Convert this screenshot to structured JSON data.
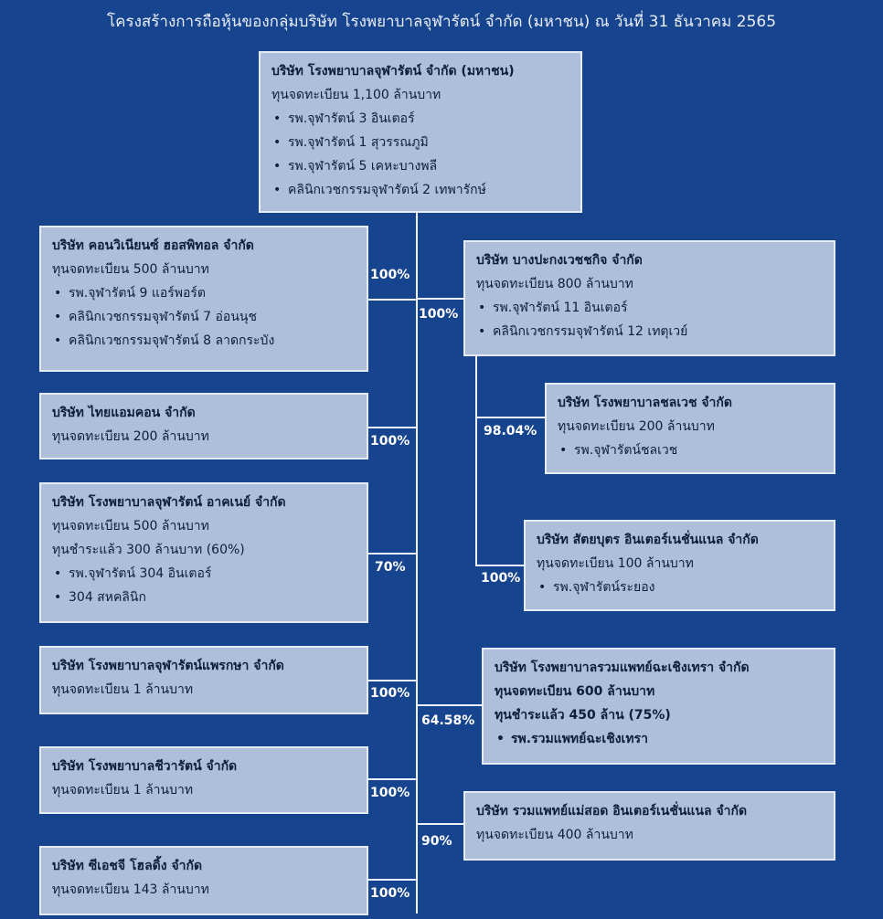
{
  "title": "โครงสร้างการถือหุ้นของกลุ่มบริษัท โรงพยาบาลจุฬารัตน์ จำกัด (มหาชน) ณ วันที่ 31 ธันวาคม 2565",
  "parent": {
    "name": "บริษัท โรงพยาบาลจุฬารัตน์ จำกัด (มหาชน)",
    "capital": "ทุนจดทะเบียน 1,100 ล้านบาท",
    "items": [
      "รพ.จุฬารัตน์ 3 อินเตอร์",
      "รพ.จุฬารัตน์ 1 สุวรรณภูมิ",
      "รพ.จุฬารัตน์ 5 เคหะบางพลี",
      "คลินิกเวชกรรมจุฬารัตน์ 2 เทพารักษ์"
    ]
  },
  "left": [
    {
      "name": "บริษัท คอนวิเนียนซ์ ฮอสพิทอล จำกัด",
      "capital": "ทุนจดทะเบียน 500 ล้านบาท",
      "paid": "",
      "items": [
        "รพ.จุฬารัตน์ 9 แอร์พอร์ต",
        "คลินิกเวชกรรมจุฬารัตน์ 7 อ่อนนุช",
        "คลินิกเวชกรรมจุฬารัตน์ 8 ลาดกระบัง"
      ],
      "pct": "100%"
    },
    {
      "name": "บริษัท ไทยแอมคอน จำกัด",
      "capital": "ทุนจดทะเบียน 200 ล้านบาท",
      "paid": "",
      "items": [],
      "pct": "100%"
    },
    {
      "name": "บริษัท โรงพยาบาลจุฬารัตน์ อาคเนย์ จำกัด",
      "capital": "ทุนจดทะเบียน 500 ล้านบาท",
      "paid": "ทุนชำระแล้ว 300 ล้านบาท (60%)",
      "items": [
        "รพ.จุฬารัตน์ 304 อินเตอร์",
        "304 สหคลินิก"
      ],
      "pct": "70%"
    },
    {
      "name": "บริษัท โรงพยาบาลจุฬารัตน์แพรกษา จำกัด",
      "capital": "ทุนจดทะเบียน 1 ล้านบาท",
      "paid": "",
      "items": [],
      "pct": "100%"
    },
    {
      "name": "บริษัท โรงพยาบาลชีวารัตน์ จำกัด",
      "capital": "ทุนจดทะเบียน 1 ล้านบาท",
      "paid": "",
      "items": [],
      "pct": "100%"
    },
    {
      "name": "บริษัท ซีเอชจี โฮลดิ้ง จำกัด",
      "capital": "ทุนจดทะเบียน 143 ล้านบาท",
      "paid": "",
      "items": [],
      "pct": "100%"
    }
  ],
  "right": [
    {
      "name": "บริษัท บางปะกงเวชชกิจ จำกัด",
      "capital": "ทุนจดทะเบียน 800 ล้านบาท",
      "paid": "",
      "items": [
        "รพ.จุฬารัตน์ 11 อินเตอร์",
        "คลินิกเวชกรรมจุฬารัตน์ 12 เทตุเวย์"
      ],
      "pct": "100%"
    },
    {
      "name": "บริษัท โรงพยาบาลชลเวช จำกัด",
      "capital": "ทุนจดทะเบียน 200  ล้านบาท",
      "paid": "",
      "items": [
        "รพ.จุฬารัตน์ชลเวช"
      ],
      "pct": "98.04%"
    },
    {
      "name": "บริษัท สัตยบุตร อินเตอร์เนชั่นแนล จำกัด",
      "capital": "ทุนจดทะเบียน 100 ล้านบาท",
      "paid": "",
      "items": [
        "รพ.จุฬารัตน์ระยอง"
      ],
      "pct": "100%"
    },
    {
      "name": "บริษัท โรงพยาบาลรวมแพทย์ฉะเชิงเทรา จำกัด",
      "capital": "ทุนจดทะเบียน 600 ล้านบาท",
      "paid": "ทุนชำระแล้ว 450 ล้าน (75%)",
      "items": [
        "รพ.รวมแพทย์ฉะเชิงเทรา"
      ],
      "pct": "64.58%"
    },
    {
      "name": "บริษัท รวมแพทย์แม่สอด อินเตอร์เนชั่นแนล จำกัด",
      "capital": "ทุนจดทะเบียน 400 ล้านบาท",
      "paid": "",
      "items": [],
      "pct": "90%"
    }
  ]
}
